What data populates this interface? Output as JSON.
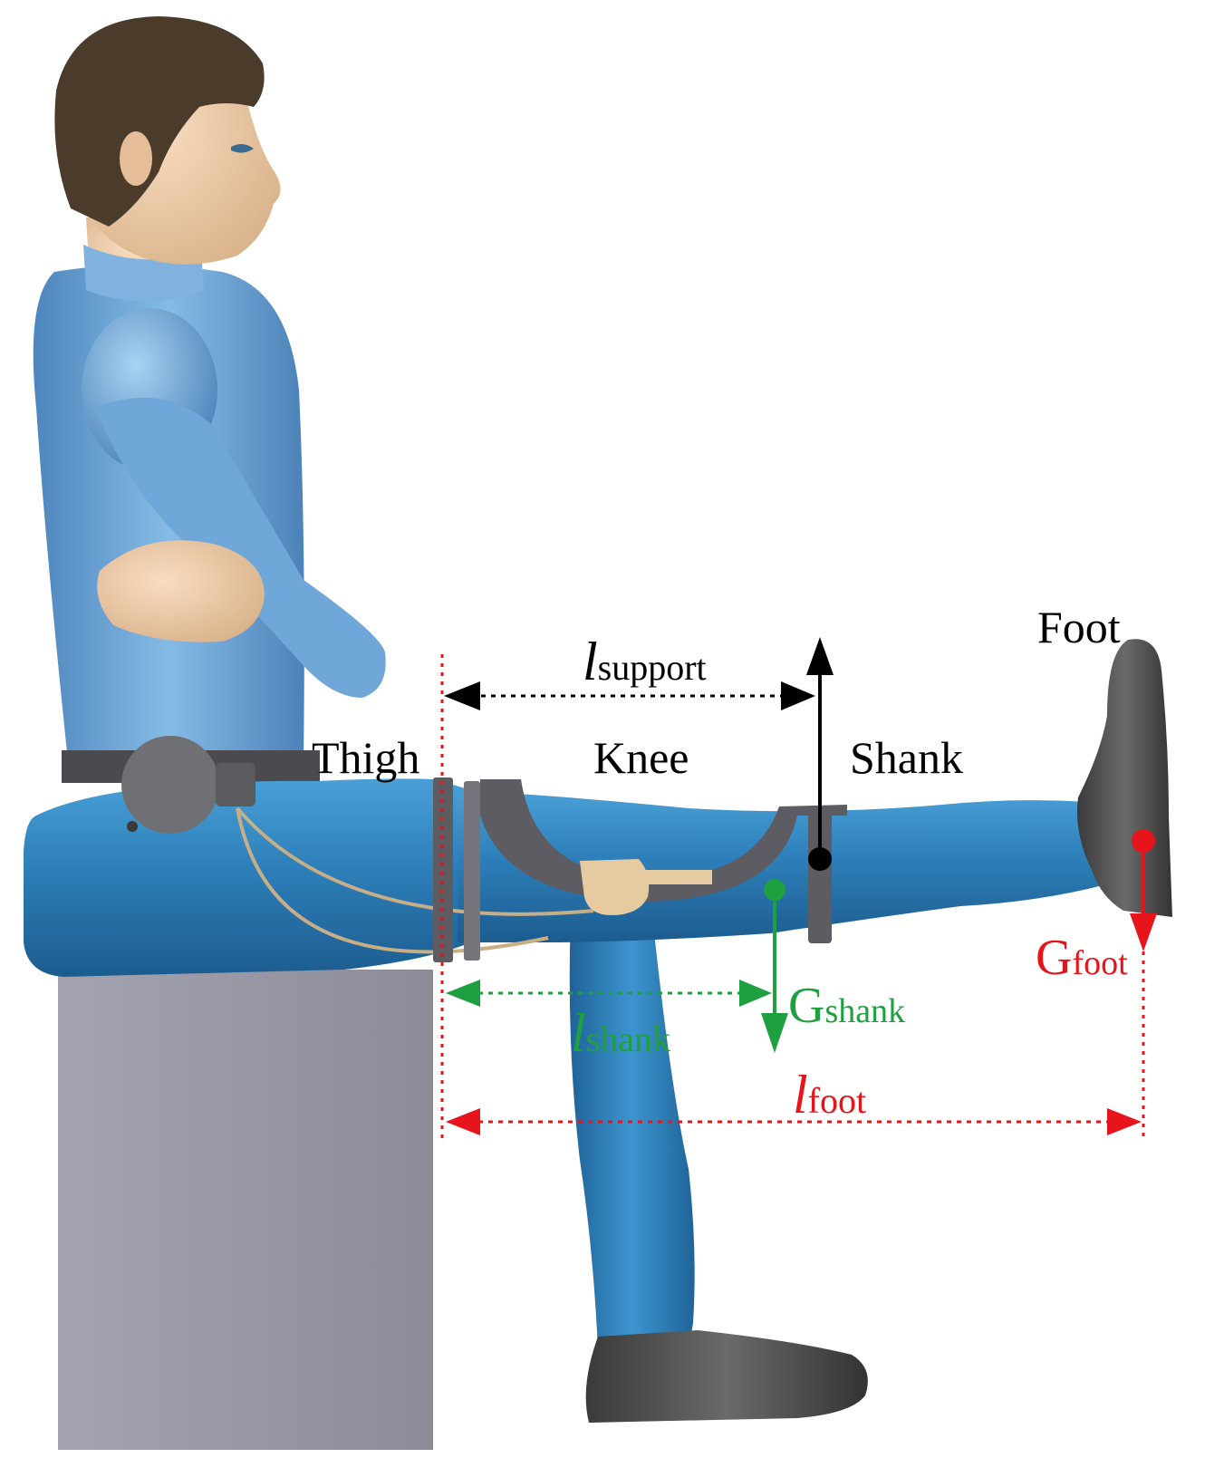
{
  "labels": {
    "thigh": "Thigh",
    "knee": "Knee",
    "shank": "Shank",
    "foot": "Foot"
  },
  "dimensions": {
    "l_support": {
      "symbol": "l",
      "sub": "support"
    },
    "l_shank": {
      "symbol": "l",
      "sub": "shank"
    },
    "l_foot": {
      "symbol": "l",
      "sub": "foot"
    }
  },
  "forces": {
    "g_shank": {
      "symbol": "G",
      "sub": "shank"
    },
    "g_foot": {
      "symbol": "G",
      "sub": "foot"
    }
  },
  "colors": {
    "shirt": "#6fa6d6",
    "pants": "#2f7fb8",
    "skin": "#f2d2b0",
    "hair": "#4a3b2a",
    "seat": "#9a99a6",
    "shoe": "#4a4a4a",
    "support_color": "#000000",
    "shank_color": "#1fa040",
    "foot_color": "#e8141c"
  }
}
